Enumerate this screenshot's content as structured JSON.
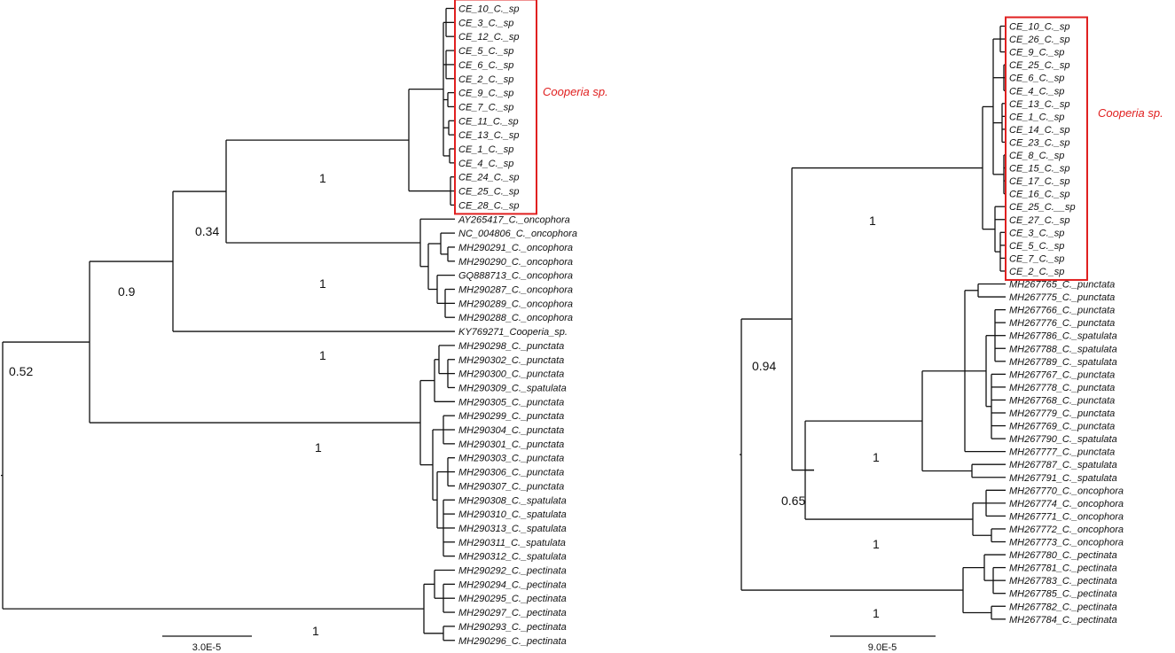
{
  "left_tree": {
    "highlight_label": "Cooperia sp.",
    "scale_label": "3.0E-5",
    "supports": {
      "s052": "0.52",
      "s09": "0.9",
      "s034": "0.34",
      "sCE": "1",
      "sOnc": "1",
      "sKY": "1",
      "sPS": "1",
      "sPec": "1"
    },
    "taxa": [
      "CE_10_C._sp",
      "CE_3_C._sp",
      "CE_12_C._sp",
      "CE_5_C._sp",
      "CE_6_C._sp",
      "CE_2_C._sp",
      "CE_9_C._sp",
      "CE_7_C._sp",
      "CE_11_C._sp",
      "CE_13_C._sp",
      "CE_1_C._sp",
      "CE_4_C._sp",
      "CE_24_C._sp",
      "CE_25_C._sp",
      "CE_28_C._sp",
      "AY265417_C._oncophora",
      "NC_004806_C._oncophora",
      "MH290291_C._oncophora",
      "MH290290_C._oncophora",
      "GQ888713_C._oncophora",
      "MH290287_C._oncophora",
      "MH290289_C._oncophora",
      "MH290288_C._oncophora",
      "KY769271_Cooperia_sp.",
      "MH290298_C._punctata",
      "MH290302_C._punctata",
      "MH290300_C._punctata",
      "MH290309_C._spatulata",
      "MH290305_C._punctata",
      "MH290299_C._punctata",
      "MH290304_C._punctata",
      "MH290301_C._punctata",
      "MH290303_C._punctata",
      "MH290306_C._punctata",
      "MH290307_C._punctata",
      "MH290308_C._spatulata",
      "MH290310_C._spatulata",
      "MH290313_C._spatulata",
      "MH290311_C._spatulata",
      "MH290312_C._spatulata",
      "MH290292_C._pectinata",
      "MH290294_C._pectinata",
      "MH290295_C._pectinata",
      "MH290297_C._pectinata",
      "MH290293_C._pectinata",
      "MH290296_C._pectinata"
    ]
  },
  "right_tree": {
    "highlight_label": "Cooperia sp.",
    "scale_label": "9.0E-5",
    "supports": {
      "s094": "0.94",
      "s065": "0.65",
      "sCE": "1",
      "sPS": "1",
      "sOnc": "1",
      "sPec": "1"
    },
    "taxa": [
      "CE_10_C._sp",
      "CE_26_C._sp",
      "CE_9_C._sp",
      "CE_25_C._sp",
      "CE_6_C._sp",
      "CE_4_C._sp",
      "CE_13_C._sp",
      "CE_1_C._sp",
      "CE_14_C._sp",
      "CE_23_C._sp",
      "CE_8_C._sp",
      "CE_15_C._sp",
      "CE_17_C._sp",
      "CE_16_C._sp",
      "CE_25_C.__sp",
      "CE_27_C._sp",
      "CE_3_C._sp",
      "CE_5_C._sp",
      "CE_7_C._sp",
      "CE_2_C._sp",
      "MH267765_C._punctata",
      "MH267775_C._punctata",
      "MH267766_C._punctata",
      "MH267776_C._punctata",
      "MH267786_C._spatulata",
      "MH267788_C._spatulata",
      "MH267789_C._spatulata",
      "MH267767_C._punctata",
      "MH267778_C._punctata",
      "MH267768_C._punctata",
      "MH267779_C._punctata",
      "MH267769_C._punctata",
      "MH267790_C._spatulata",
      "MH267777_C._punctata",
      "MH267787_C._spatulata",
      "MH267791_C._spatulata",
      "MH267770_C._oncophora",
      "MH267774_C._oncophora",
      "MH267771_C._oncophora",
      "MH267772_C._oncophora",
      "MH267773_C._oncophora",
      "MH267780_C._pectinata",
      "MH267781_C._pectinata",
      "MH267783_C._pectinata",
      "MH267785_C._pectinata",
      "MH267782_C._pectinata",
      "MH267784_C._pectinata"
    ]
  }
}
